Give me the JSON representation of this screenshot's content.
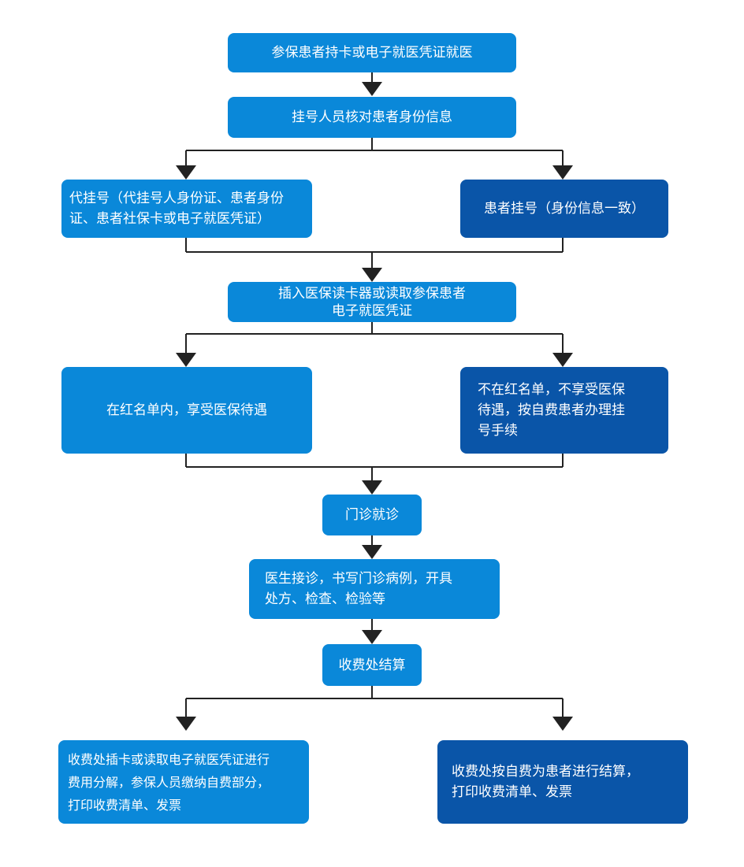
{
  "colors": {
    "light_box": "#0a88d9",
    "dark_box": "#0a55a8",
    "connector": "#222222"
  },
  "steps": {
    "start": "参保患者持卡或电子就医凭证就医",
    "verify": "挂号人员核对患者身份信息",
    "proxy_register": "代挂号（代挂号人身份证、患者身份\n证、患者社保卡或电子就医凭证）",
    "self_register": "患者挂号（身份信息一致）",
    "read_card": "插入医保读卡器或读取参保患者\n电子就医凭证",
    "in_list": "在红名单内，享受医保待遇",
    "not_in_list": "不在红名单，不享受医保\n待遇，按自费患者办理挂\n号手续",
    "outpatient": "门诊就诊",
    "doctor": "医生接诊，书写门诊病例，开具\n处方、检查、检验等",
    "cashier": "收费处结算",
    "insured_settle": "收费处插卡或读取电子就医凭证进行\n费用分解，参保人员缴纳自费部分，\n打印收费清单、发票",
    "self_pay_settle": "收费处按自费为患者进行结算，\n打印收费清单、发票"
  }
}
